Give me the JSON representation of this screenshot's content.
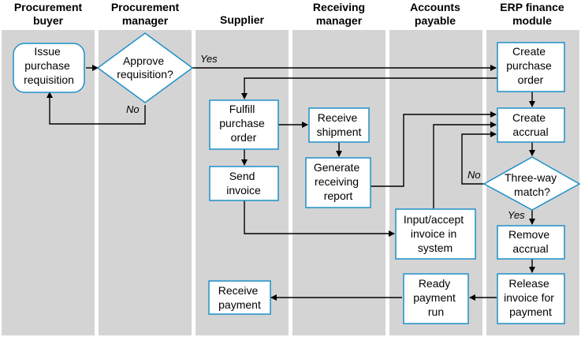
{
  "lanes": [
    {
      "id": "buyer",
      "title": [
        "Procurement",
        "buyer"
      ]
    },
    {
      "id": "manager",
      "title": [
        "Procurement",
        "manager"
      ]
    },
    {
      "id": "supplier",
      "title": [
        "Supplier"
      ]
    },
    {
      "id": "receiving",
      "title": [
        "Receiving",
        "manager"
      ]
    },
    {
      "id": "ap",
      "title": [
        "Accounts",
        "payable"
      ]
    },
    {
      "id": "erp",
      "title": [
        "ERP finance",
        "module"
      ]
    }
  ],
  "nodes": {
    "issue_req": {
      "lines": [
        "Issue",
        "purchase",
        "requisition"
      ]
    },
    "approve_req": {
      "lines": [
        "Approve",
        "requisition?"
      ]
    },
    "create_po": {
      "lines": [
        "Create",
        "purchase",
        "order"
      ]
    },
    "fulfill_po": {
      "lines": [
        "Fulfill",
        "purchase",
        "order"
      ]
    },
    "receive_shipment": {
      "lines": [
        "Receive",
        "shipment"
      ]
    },
    "create_accrual": {
      "lines": [
        "Create",
        "accrual"
      ]
    },
    "generate_report": {
      "lines": [
        "Generate",
        "receiving",
        "report"
      ]
    },
    "send_invoice": {
      "lines": [
        "Send",
        "invoice"
      ]
    },
    "three_way": {
      "lines": [
        "Three-way",
        "match?"
      ]
    },
    "input_invoice": {
      "lines": [
        "Input/accept",
        "invoice in",
        "system"
      ]
    },
    "remove_accrual": {
      "lines": [
        "Remove",
        "accrual"
      ]
    },
    "receive_payment": {
      "lines": [
        "Receive",
        "payment"
      ]
    },
    "ready_payment": {
      "lines": [
        "Ready",
        "payment",
        "run"
      ]
    },
    "release_invoice": {
      "lines": [
        "Release",
        "invoice for",
        "payment"
      ]
    }
  },
  "edge_labels": {
    "yes_approve": "Yes",
    "no_approve": "No",
    "no_match": "No",
    "yes_match": "Yes"
  },
  "colors": {
    "lane_fill": "#d4d4d4",
    "box_stroke": "#1e90c8",
    "box_fill": "#ffffff",
    "arrow": "#000000"
  }
}
